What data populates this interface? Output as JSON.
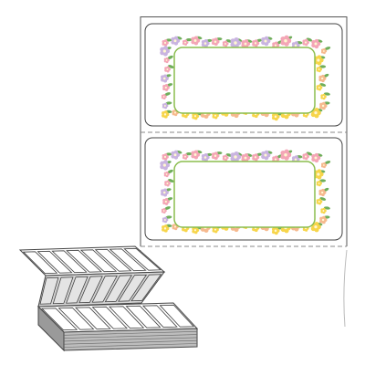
{
  "product": {
    "type": "fanfold continuous label sheet",
    "label_count_visible": 2,
    "perforation_style": "dashed",
    "border_motif": "floral-wreath",
    "colors": {
      "sheet_outline": "#555555",
      "label_outline": "#444444",
      "inner_frame_outline": "#8bbd4f",
      "flower_pink": "#f4a6b6",
      "flower_yellow": "#f7d54a",
      "flower_lavender": "#c9b4e0",
      "flower_peach": "#f6b98e",
      "leaf_green": "#6fae5a",
      "stack_fill": "#cfcfcf",
      "stack_stroke": "#444444"
    }
  }
}
